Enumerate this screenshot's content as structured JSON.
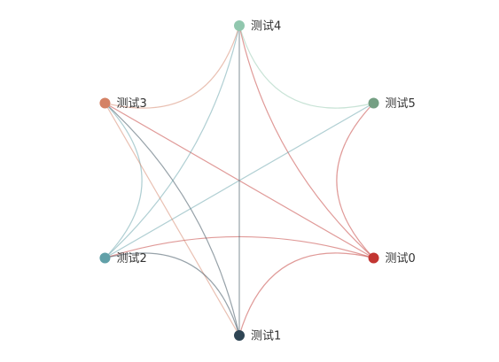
{
  "graph": {
    "layout": "circular",
    "edge_style": "curved",
    "nodes": [
      {
        "id": "0",
        "name": "测试0",
        "color": "#c23531"
      },
      {
        "id": "1",
        "name": "测试1",
        "color": "#2f4554"
      },
      {
        "id": "2",
        "name": "测试2",
        "color": "#61a0a8"
      },
      {
        "id": "3",
        "name": "测试3",
        "color": "#d48265"
      },
      {
        "id": "4",
        "name": "测试4",
        "color": "#91c7ae"
      },
      {
        "id": "5",
        "name": "测试5",
        "color": "#749f83"
      }
    ],
    "edges": [
      {
        "source": "0",
        "target": "1",
        "style": "curve"
      },
      {
        "source": "0",
        "target": "2",
        "style": "curve"
      },
      {
        "source": "0",
        "target": "3",
        "style": "straight"
      },
      {
        "source": "0",
        "target": "4",
        "style": "curve"
      },
      {
        "source": "0",
        "target": "5",
        "style": "curve"
      },
      {
        "source": "1",
        "target": "3",
        "style": "curve"
      },
      {
        "source": "1",
        "target": "4",
        "style": "straight"
      },
      {
        "source": "2",
        "target": "3",
        "style": "curve"
      },
      {
        "source": "2",
        "target": "4",
        "style": "curve"
      },
      {
        "source": "2",
        "target": "5",
        "style": "straight"
      },
      {
        "source": "3",
        "target": "4",
        "style": "curve"
      },
      {
        "source": "3",
        "target": "1",
        "style": "straight"
      },
      {
        "source": "4",
        "target": "5",
        "style": "curve"
      },
      {
        "source": "1",
        "target": "2",
        "style": "curve"
      }
    ]
  }
}
